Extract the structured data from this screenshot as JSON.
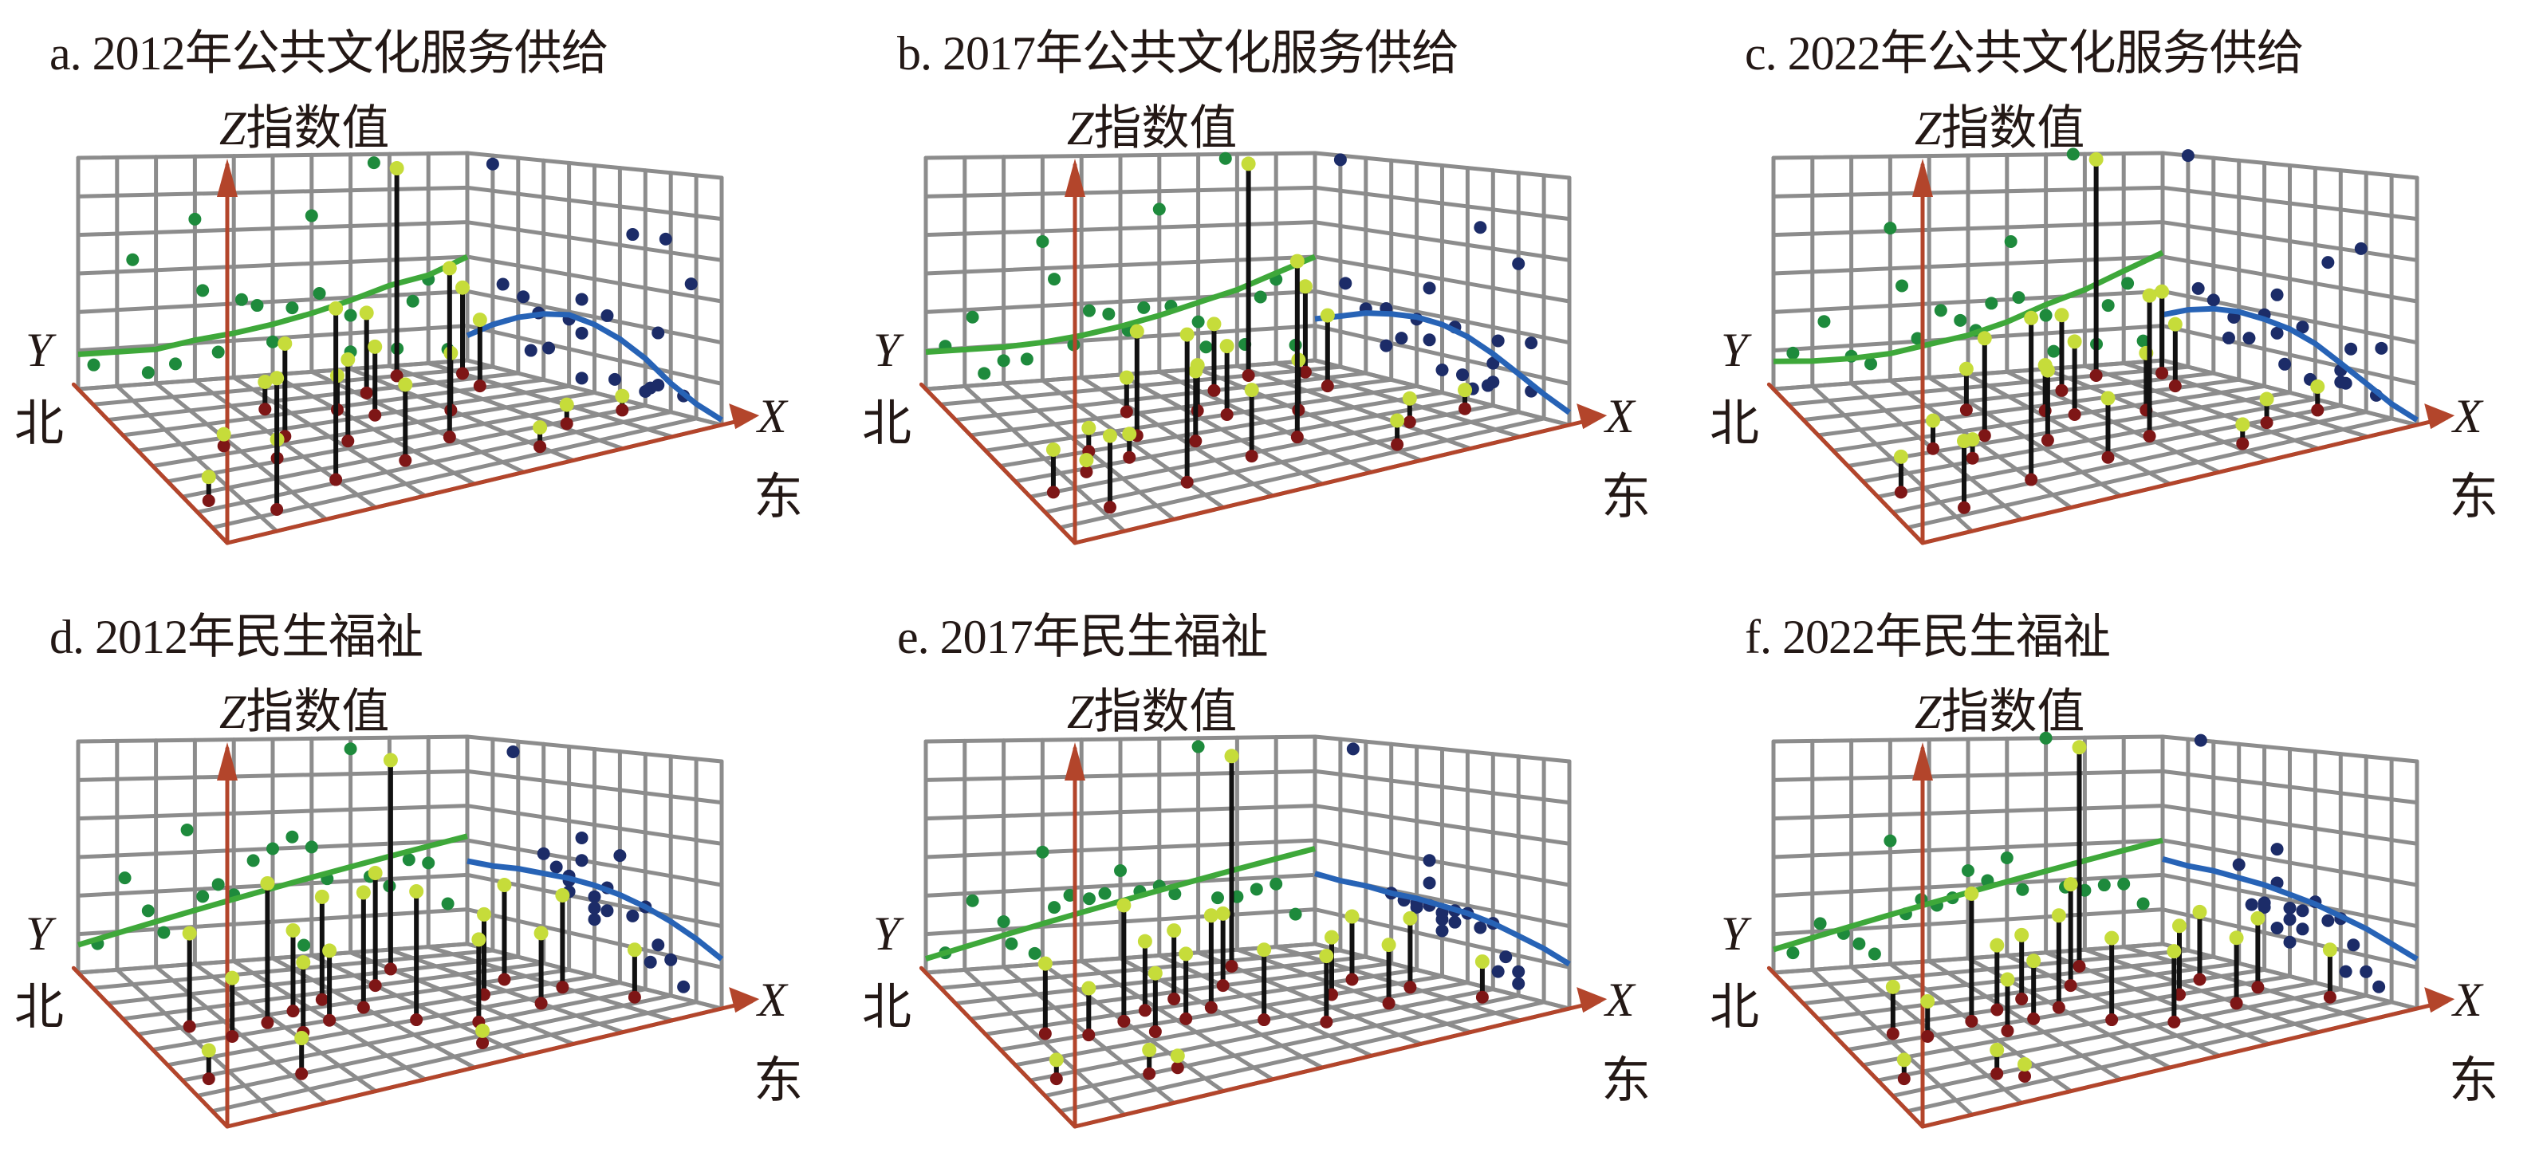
{
  "labels": {
    "z_letter": "Z",
    "z_text": "指数值",
    "y": "Y",
    "north": "北",
    "x": "X",
    "east": "东"
  },
  "colors": {
    "grid": "#8c8c8c",
    "axis": "#b3452b",
    "pole": "#111111",
    "top": "#c6dc3a",
    "base": "#7e1616",
    "green_point": "#1e8a3c",
    "green_line": "#3ea83a",
    "blue_point": "#1c2c68",
    "blue_line": "#2763b6"
  },
  "chart_data": [
    {
      "type": "scatter",
      "title": "a. 2012年公共文化服务供给",
      "zlabel": "Z指数值",
      "xlabel": "X 东",
      "ylabel": "Y 北",
      "points": [
        [
          0.04,
          0.25,
          0.1
        ],
        [
          0.14,
          0.12,
          0.55
        ],
        [
          0.18,
          0.55,
          0.05
        ],
        [
          0.3,
          0.22,
          0.72
        ],
        [
          0.32,
          0.55,
          0.4
        ],
        [
          0.36,
          0.75,
          0.12
        ],
        [
          0.42,
          0.45,
          0.35
        ],
        [
          0.46,
          0.25,
          0.32
        ],
        [
          0.5,
          0.68,
          0.15
        ],
        [
          0.55,
          0.6,
          0.3
        ],
        [
          0.6,
          0.35,
          0.72
        ],
        [
          0.62,
          0.78,
          0.36
        ],
        [
          0.7,
          0.55,
          0.25
        ],
        [
          0.76,
          0.9,
          0.96
        ],
        [
          0.7,
          0.15,
          0.08
        ],
        [
          0.82,
          0.28,
          0.08
        ],
        [
          0.86,
          0.72,
          0.3
        ],
        [
          0.9,
          0.86,
          0.4
        ],
        [
          0.95,
          0.3,
          0.06
        ],
        [
          0.25,
          0.42,
          0.08
        ]
      ],
      "green_trend": [
        0.15,
        0.15,
        0.15,
        0.18,
        0.2,
        0.23,
        0.27,
        0.32,
        0.38,
        0.42,
        0.5
      ],
      "blue_trend": [
        0.02,
        0.06,
        0.12,
        0.2,
        0.26,
        0.3,
        0.32,
        0.3,
        0.26,
        0.2,
        0.12
      ]
    },
    {
      "type": "scatter",
      "title": "b. 2017年公共文化服务供给",
      "zlabel": "Z指数值",
      "xlabel": "X 东",
      "ylabel": "Y 北",
      "points": [
        [
          0.05,
          0.3,
          0.18
        ],
        [
          0.12,
          0.15,
          0.3
        ],
        [
          0.2,
          0.5,
          0.1
        ],
        [
          0.3,
          0.2,
          0.62
        ],
        [
          0.33,
          0.55,
          0.45
        ],
        [
          0.38,
          0.72,
          0.15
        ],
        [
          0.42,
          0.45,
          0.3
        ],
        [
          0.47,
          0.28,
          0.28
        ],
        [
          0.52,
          0.66,
          0.2
        ],
        [
          0.56,
          0.6,
          0.3
        ],
        [
          0.6,
          0.35,
          0.75
        ],
        [
          0.63,
          0.8,
          0.3
        ],
        [
          0.7,
          0.55,
          0.22
        ],
        [
          0.77,
          0.9,
          0.98
        ],
        [
          0.72,
          0.15,
          0.1
        ],
        [
          0.82,
          0.3,
          0.1
        ],
        [
          0.86,
          0.72,
          0.32
        ],
        [
          0.9,
          0.88,
          0.4
        ],
        [
          0.95,
          0.32,
          0.08
        ],
        [
          0.26,
          0.42,
          0.1
        ],
        [
          0.15,
          0.38,
          0.05
        ]
      ],
      "green_trend": [
        0.16,
        0.16,
        0.16,
        0.17,
        0.19,
        0.22,
        0.26,
        0.31,
        0.36,
        0.43,
        0.5
      ],
      "blue_trend": [
        0.05,
        0.1,
        0.16,
        0.22,
        0.27,
        0.3,
        0.31,
        0.3,
        0.28,
        0.24,
        0.2
      ]
    },
    {
      "type": "scatter",
      "title": "c. 2022年公共文化服务供给",
      "zlabel": "Z指数值",
      "xlabel": "X 东",
      "ylabel": "Y 北",
      "points": [
        [
          0.05,
          0.3,
          0.15
        ],
        [
          0.13,
          0.14,
          0.28
        ],
        [
          0.2,
          0.52,
          0.12
        ],
        [
          0.3,
          0.22,
          0.68
        ],
        [
          0.33,
          0.55,
          0.42
        ],
        [
          0.37,
          0.74,
          0.18
        ],
        [
          0.43,
          0.45,
          0.3
        ],
        [
          0.48,
          0.26,
          0.25
        ],
        [
          0.52,
          0.66,
          0.2
        ],
        [
          0.56,
          0.6,
          0.32
        ],
        [
          0.61,
          0.35,
          0.6
        ],
        [
          0.63,
          0.8,
          0.34
        ],
        [
          0.7,
          0.55,
          0.25
        ],
        [
          0.77,
          0.9,
          1.0
        ],
        [
          0.72,
          0.16,
          0.08
        ],
        [
          0.83,
          0.28,
          0.1
        ],
        [
          0.86,
          0.72,
          0.28
        ],
        [
          0.91,
          0.86,
          0.38
        ],
        [
          0.95,
          0.3,
          0.1
        ],
        [
          0.25,
          0.42,
          0.08
        ]
      ],
      "green_trend": [
        0.12,
        0.11,
        0.11,
        0.12,
        0.15,
        0.18,
        0.23,
        0.3,
        0.36,
        0.44,
        0.52
      ],
      "blue_trend": [
        0.02,
        0.06,
        0.12,
        0.18,
        0.24,
        0.28,
        0.3,
        0.31,
        0.3,
        0.27,
        0.22
      ]
    },
    {
      "type": "scatter",
      "title": "d. 2012年民生福祉",
      "zlabel": "Z指数值",
      "xlabel": "X 东",
      "ylabel": "Y 北",
      "points": [
        [
          0.05,
          0.28,
          0.12
        ],
        [
          0.12,
          0.6,
          0.4
        ],
        [
          0.18,
          0.5,
          0.25
        ],
        [
          0.22,
          0.2,
          0.15
        ],
        [
          0.28,
          0.55,
          0.6
        ],
        [
          0.32,
          0.45,
          0.3
        ],
        [
          0.36,
          0.6,
          0.35
        ],
        [
          0.4,
          0.5,
          0.3
        ],
        [
          0.45,
          0.65,
          0.45
        ],
        [
          0.5,
          0.55,
          0.5
        ],
        [
          0.55,
          0.4,
          0.55
        ],
        [
          0.6,
          0.7,
          0.5
        ],
        [
          0.64,
          0.3,
          0.35
        ],
        [
          0.7,
          0.82,
          0.95
        ],
        [
          0.75,
          0.5,
          0.35
        ],
        [
          0.8,
          0.35,
          0.3
        ],
        [
          0.85,
          0.6,
          0.42
        ],
        [
          0.9,
          0.45,
          0.4
        ],
        [
          0.95,
          0.25,
          0.2
        ],
        [
          0.58,
          0.15,
          0.05
        ]
      ],
      "green_trend": [
        0.12,
        0.16,
        0.2,
        0.24,
        0.28,
        0.32,
        0.36,
        0.4,
        0.44,
        0.48,
        0.52
      ],
      "blue_trend": [
        0.2,
        0.26,
        0.31,
        0.35,
        0.38,
        0.4,
        0.41,
        0.41,
        0.41,
        0.4,
        0.4
      ]
    },
    {
      "type": "scatter",
      "title": "e. 2017年民生福祉",
      "zlabel": "Z指数值",
      "xlabel": "X 东",
      "ylabel": "Y 北",
      "points": [
        [
          0.05,
          0.28,
          0.08
        ],
        [
          0.12,
          0.55,
          0.3
        ],
        [
          0.2,
          0.5,
          0.2
        ],
        [
          0.22,
          0.2,
          0.1
        ],
        [
          0.3,
          0.55,
          0.5
        ],
        [
          0.33,
          0.45,
          0.25
        ],
        [
          0.37,
          0.6,
          0.3
        ],
        [
          0.42,
          0.5,
          0.28
        ],
        [
          0.46,
          0.65,
          0.3
        ],
        [
          0.5,
          0.55,
          0.4
        ],
        [
          0.55,
          0.4,
          0.3
        ],
        [
          0.6,
          0.7,
          0.32
        ],
        [
          0.64,
          0.3,
          0.28
        ],
        [
          0.7,
          0.85,
          0.96
        ],
        [
          0.75,
          0.5,
          0.25
        ],
        [
          0.8,
          0.35,
          0.25
        ],
        [
          0.85,
          0.6,
          0.28
        ],
        [
          0.9,
          0.45,
          0.3
        ],
        [
          0.95,
          0.25,
          0.15
        ],
        [
          0.28,
          0.2,
          0.05
        ]
      ],
      "green_trend": [
        0.06,
        0.1,
        0.14,
        0.18,
        0.22,
        0.26,
        0.3,
        0.34,
        0.38,
        0.42,
        0.46
      ],
      "blue_trend": [
        0.18,
        0.22,
        0.25,
        0.28,
        0.3,
        0.31,
        0.32,
        0.32,
        0.33,
        0.33,
        0.34
      ]
    },
    {
      "type": "scatter",
      "title": "f. 2022年民生福祉",
      "zlabel": "Z指数值",
      "xlabel": "X 东",
      "ylabel": "Y 北",
      "points": [
        [
          0.05,
          0.28,
          0.08
        ],
        [
          0.12,
          0.55,
          0.2
        ],
        [
          0.18,
          0.5,
          0.15
        ],
        [
          0.22,
          0.2,
          0.1
        ],
        [
          0.3,
          0.55,
          0.55
        ],
        [
          0.34,
          0.45,
          0.22
        ],
        [
          0.38,
          0.6,
          0.28
        ],
        [
          0.42,
          0.5,
          0.25
        ],
        [
          0.46,
          0.65,
          0.28
        ],
        [
          0.5,
          0.55,
          0.4
        ],
        [
          0.55,
          0.4,
          0.35
        ],
        [
          0.6,
          0.7,
          0.45
        ],
        [
          0.64,
          0.3,
          0.3
        ],
        [
          0.7,
          0.85,
          1.0
        ],
        [
          0.75,
          0.5,
          0.3
        ],
        [
          0.8,
          0.35,
          0.28
        ],
        [
          0.85,
          0.6,
          0.3
        ],
        [
          0.9,
          0.45,
          0.3
        ],
        [
          0.95,
          0.25,
          0.2
        ],
        [
          0.26,
          0.15,
          0.05
        ]
      ],
      "green_trend": [
        0.1,
        0.14,
        0.18,
        0.22,
        0.26,
        0.3,
        0.34,
        0.38,
        0.42,
        0.46,
        0.5
      ],
      "blue_trend": [
        0.2,
        0.24,
        0.28,
        0.31,
        0.34,
        0.36,
        0.38,
        0.39,
        0.4,
        0.4,
        0.41
      ]
    }
  ]
}
